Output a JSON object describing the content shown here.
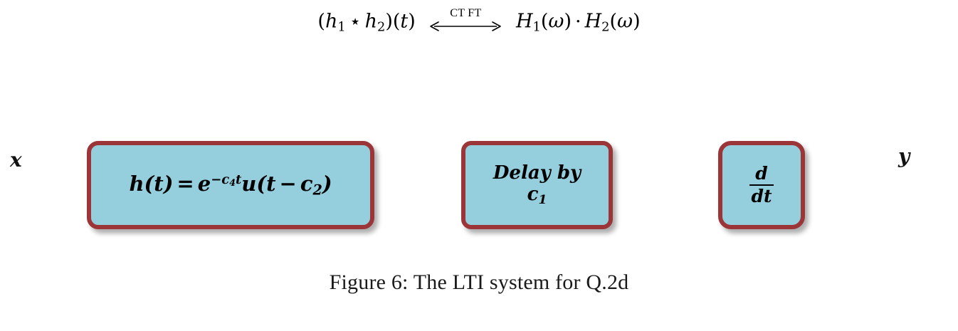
{
  "figure": {
    "caption": "Figure 6:  The LTI system for Q.2d"
  },
  "formula": {
    "left": {
      "open_paren": "(",
      "h1": "h",
      "h1_sub": "1",
      "star": "⋆",
      "h2": "h",
      "h2_sub": "2",
      "close_paren": ")(",
      "t": "t",
      "tail_paren": ")"
    },
    "arrow_label": "CT FT",
    "arrow_glyph": "double-headed-arrow",
    "right": {
      "H1": "H",
      "H1_sub": "1",
      "omega_open": "(",
      "omega": "ω",
      "omega_close": ")",
      "dot": "·",
      "H2": "H",
      "H2_sub": "2"
    },
    "plain_text": "(h1 ⋆ h2)(t)  <--CT FT-->  H1(ω) · H2(ω)"
  },
  "diagram": {
    "input_label": "x",
    "output_label": "y",
    "blocks": [
      {
        "id": "impulse-response",
        "text_plain": "h(t) = e^(-c4 t) u(t - c2)",
        "parts": {
          "h": "h",
          "open": "(",
          "t": "t",
          "close": ")",
          "equals": "=",
          "e": "e",
          "exp_minus": "−",
          "exp_c": "c",
          "exp_c_sub": "4",
          "exp_t": "t",
          "u": "u",
          "u_open": "(",
          "u_t": "t",
          "u_minus": "−",
          "u_c": "c",
          "u_c_sub": "2",
          "u_close": ")"
        }
      },
      {
        "id": "delay",
        "line1": "Delay by",
        "line2_base": "c",
        "line2_sub": "1",
        "text_plain": "Delay by c1"
      },
      {
        "id": "derivative",
        "numerator": "d",
        "denominator": "dt",
        "text_plain": "d/dt"
      }
    ],
    "connectors": [
      {
        "id": "input-arrow",
        "from": "x",
        "to": "impulse-response"
      },
      {
        "id": "arrow-1-2",
        "from": "impulse-response",
        "to": "delay"
      },
      {
        "id": "arrow-2-3",
        "from": "delay",
        "to": "derivative"
      },
      {
        "id": "output-arrow",
        "from": "derivative",
        "to": "y"
      }
    ]
  },
  "colors": {
    "block_fill": "#95cedd",
    "block_border": "#9c3537",
    "arrow": "#9c3537",
    "text": "#000000",
    "background": "#ffffff"
  }
}
